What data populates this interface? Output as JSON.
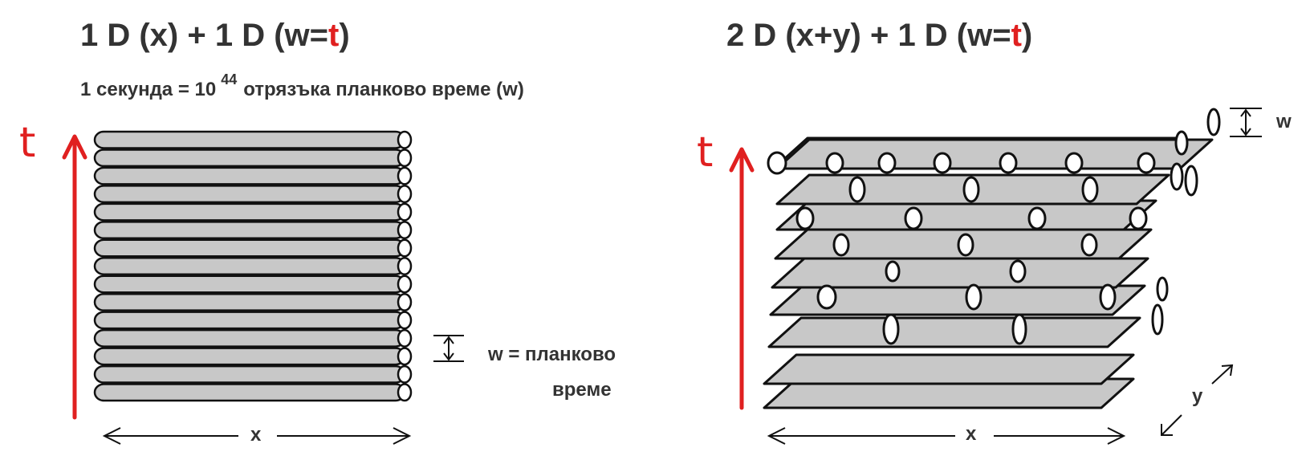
{
  "left_panel": {
    "title_prefix": "1 D (x) + 1 D (w=",
    "title_t": "t",
    "title_suffix": ")",
    "subtitle_before": "1 секунда = 10",
    "subtitle_exponent": "44",
    "subtitle_after": "отрязъка планково време (w)",
    "axis_time": "t",
    "axis_x": "x",
    "w_definition_line1": "w = планково",
    "w_definition_line2": "време"
  },
  "right_panel": {
    "title_prefix": "2 D (x+y) + 1 D (w=",
    "title_t": "t",
    "title_suffix": ")",
    "axis_time": "t",
    "axis_x": "x",
    "axis_y": "y",
    "w_label": "w"
  },
  "colors": {
    "accent_red": "#e02020",
    "fill_gray": "#c8c8c8",
    "stroke": "#111111"
  }
}
